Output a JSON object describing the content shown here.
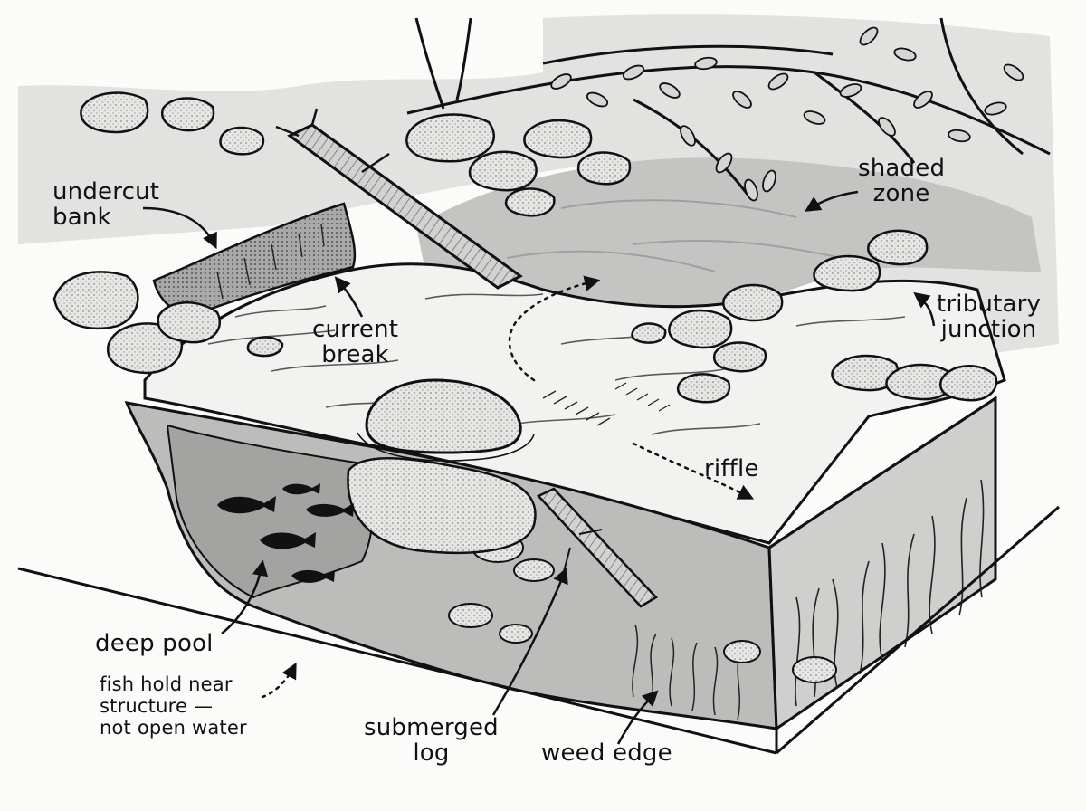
{
  "labels": {
    "undercut_bank": [
      "undercut",
      "bank"
    ],
    "current_break": [
      "current",
      "break"
    ],
    "shaded_zone": [
      "shaded",
      "zone"
    ],
    "tributary_junction": [
      "tributary",
      "junction"
    ],
    "riffle": "riffle",
    "deep_pool": "deep pool",
    "note": [
      "fish hold near",
      "structure —",
      "not open water"
    ],
    "submerged_log": [
      "submerged",
      "log"
    ],
    "weed_edge": "weed edge"
  },
  "colors": {
    "ink": "#111111",
    "water_surface": "#f0f0ee",
    "shade": "#bdbdbd",
    "rock": "#dcdcdc",
    "underwater": "#9a9a9a"
  },
  "icons": {
    "fish": "fish-icon",
    "arrow": "arrow-icon"
  }
}
